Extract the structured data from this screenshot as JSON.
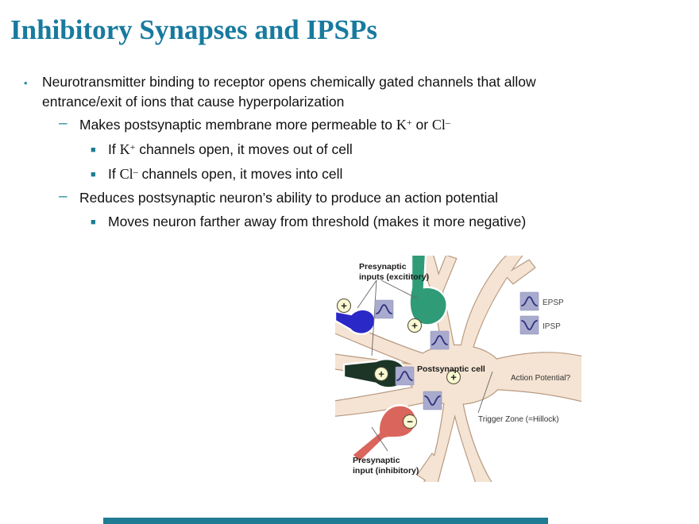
{
  "title": "Inhibitory Synapses and IPSPs",
  "theme": {
    "accent_title": "#187A9E",
    "bullet_teal": "#2A8AA0",
    "square_teal": "#1F7C92",
    "footer_bar": "#1F7C92"
  },
  "content": {
    "b1": {
      "marker": "•",
      "text": "Neurotransmitter binding to receptor opens chemically gated channels that allow entrance/exit of ions that cause hyperpolarization"
    },
    "b2": {
      "marker": "–",
      "pre": "Makes postsynaptic membrane more permeable to",
      "k": "K",
      "k_sup": "+",
      "conj": "or",
      "cl": "Cl",
      "cl_sup": "–"
    },
    "b3": {
      "marker": "■",
      "pre": "If",
      "ion": "K",
      "ion_sup": "+",
      "post": "channels open, it moves out of cell"
    },
    "b4": {
      "marker": "■",
      "pre": "If",
      "ion": "Cl",
      "ion_sup": "–",
      "post": "channels open, it moves into cell"
    },
    "b5": {
      "marker": "–",
      "text": "Reduces postsynaptic neuron’s ability to produce an action potential"
    },
    "b6": {
      "marker": "■",
      "text": "Moves neuron farther away from threshold (makes it more negative)"
    }
  },
  "diagram": {
    "labels": {
      "presynaptic_excitatory_line1": "Presynaptic",
      "presynaptic_excitatory_line2": "inputs (excititory)",
      "postsynaptic_cell": "Postsynaptic cell",
      "action_potential": "Action Potential?",
      "trigger_zone": "Trigger Zone (=Hillock)",
      "presynaptic_inhibitory_line1": "Presynaptic",
      "presynaptic_inhibitory_line2": "input (inhibitory)",
      "plus": "+",
      "minus": "−"
    },
    "legend": {
      "epsp": "EPSP",
      "ipsp": "IPSP"
    },
    "colors": {
      "excitatory_blue": "#2B28C8",
      "excitatory_green": "#2F9B77",
      "excitatory_dark_green": "#1C3527",
      "inhibitory_red": "#D9655C",
      "neuron_body": "#F5E4D3",
      "neuron_outline": "#B89A82",
      "wave_box": "#A9ABCE",
      "wave_line": "#32327E",
      "sign_badge": "#F9F9D2"
    }
  }
}
